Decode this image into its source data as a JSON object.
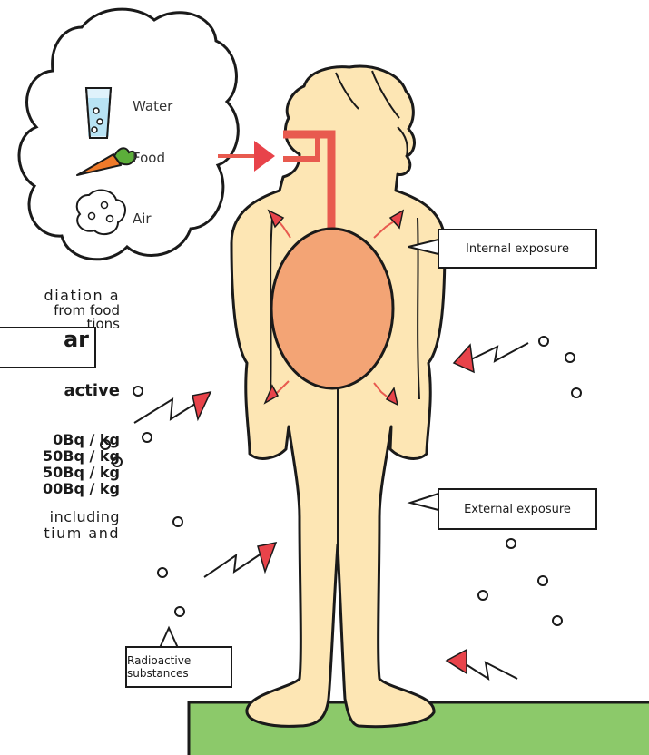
{
  "cloud": {
    "items": [
      {
        "label": "Water",
        "icon": "water-glass-icon"
      },
      {
        "label": "Food",
        "icon": "carrot-icon"
      },
      {
        "label": "Air",
        "icon": "air-particles-icon"
      }
    ]
  },
  "callouts": {
    "internal": "Internal exposure",
    "external": "External exposure",
    "radioactive": "Radioactive substances"
  },
  "left_panel": {
    "line1": "diation a",
    "line2": "from food",
    "line3": "tions",
    "heading": "ar",
    "subheading": "active",
    "limits": [
      "0Bq ∕ kg",
      "50Bq ∕ kg",
      "50Bq ∕ kg",
      "00Bq ∕ kg"
    ],
    "note1": "including",
    "note2": "tium and"
  },
  "colors": {
    "skin": "#fde6b4",
    "organ": "#f3a475",
    "arrow": "#e8434a",
    "ground": "#8cc96a"
  }
}
